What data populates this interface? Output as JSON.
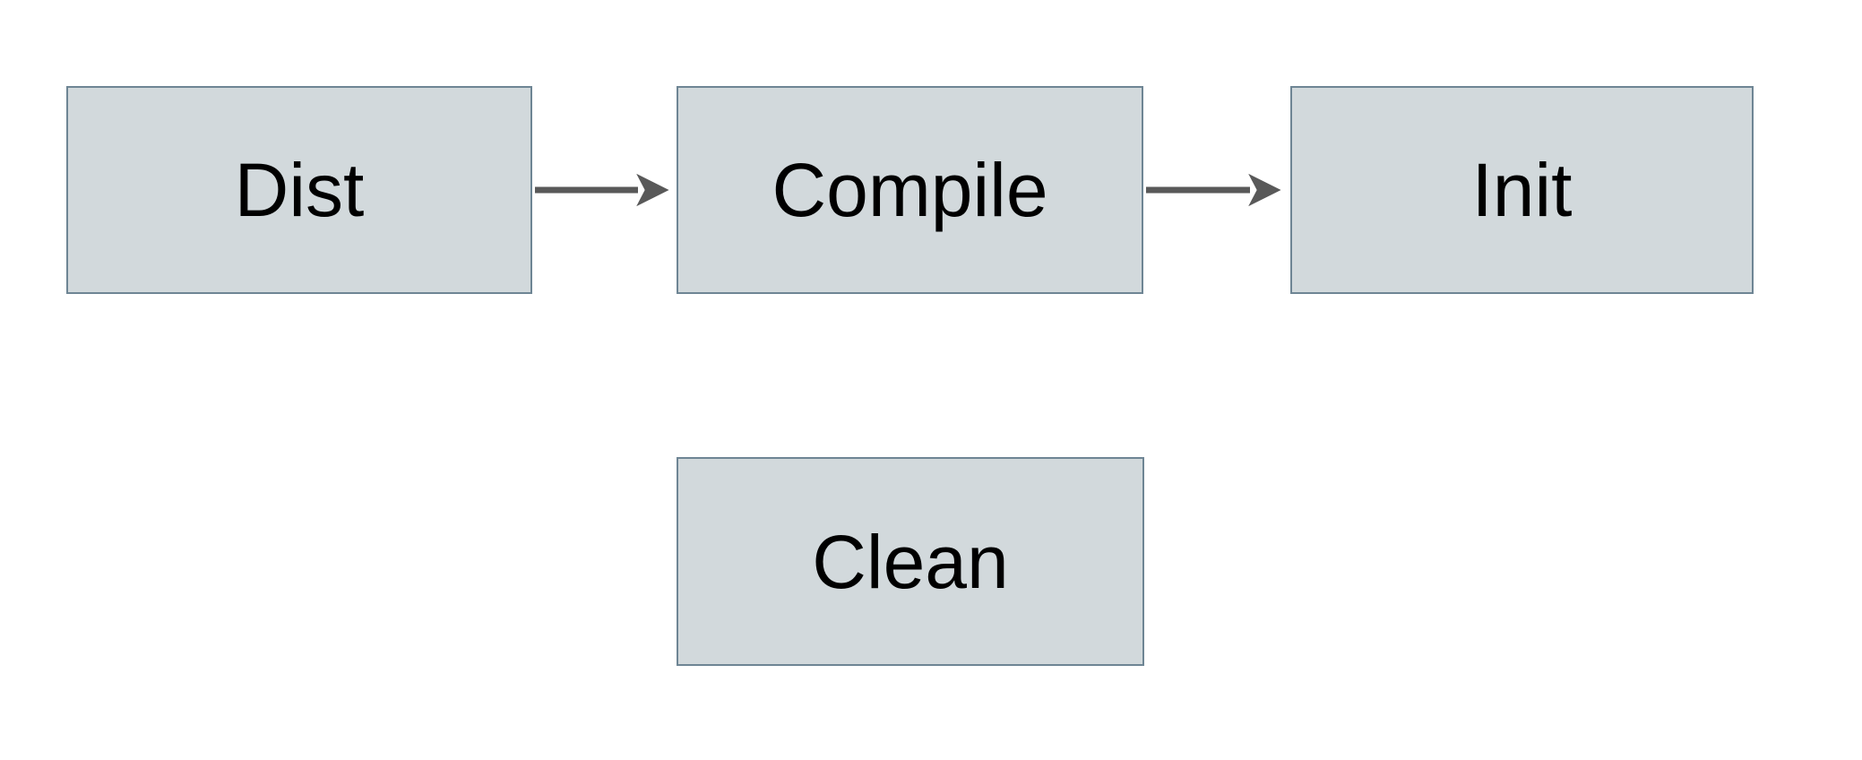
{
  "diagram": {
    "title": "build-targets-flowchart",
    "nodes": [
      {
        "id": "dist",
        "label": "Dist"
      },
      {
        "id": "compile",
        "label": "Compile"
      },
      {
        "id": "init",
        "label": "Init"
      },
      {
        "id": "clean",
        "label": "Clean"
      }
    ],
    "edges": [
      {
        "from": "dist",
        "to": "compile",
        "direction": "right"
      },
      {
        "from": "compile",
        "to": "init",
        "direction": "right"
      }
    ],
    "colors": {
      "node_fill": "#d2d9dc",
      "node_border": "#6e8594",
      "arrow": "#595959",
      "label_text": "#000000",
      "background": "#ffffff"
    }
  }
}
